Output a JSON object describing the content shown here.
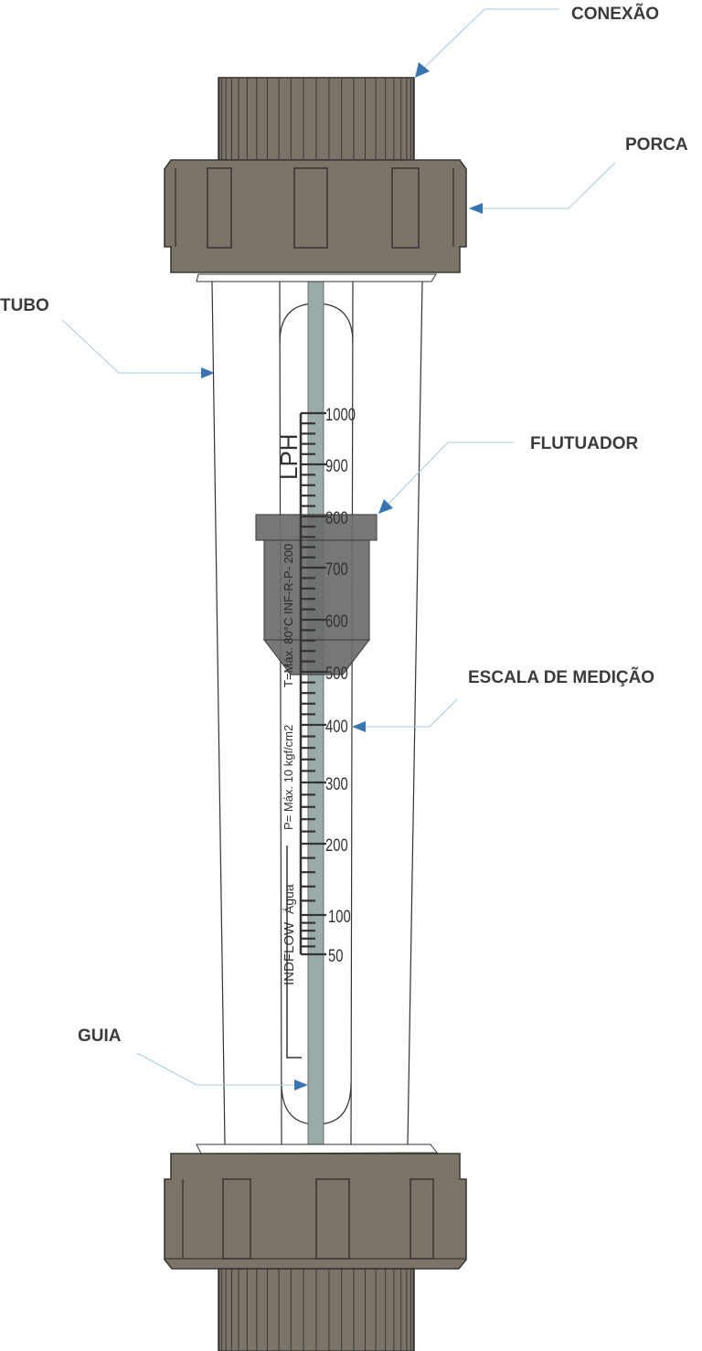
{
  "callouts": {
    "conexao": "CONEXÃO",
    "porca": "PORCA",
    "tubo": "TUBO",
    "flutuador": "FLUTUADOR",
    "escala": "ESCALA DE MEDIÇÃO",
    "guia": "GUIA"
  },
  "scale": {
    "unit": "LPH",
    "major_values": [
      1000,
      900,
      800,
      700,
      600,
      500,
      400,
      300,
      200,
      100,
      50
    ],
    "major_labels": [
      "1000",
      "900",
      "800",
      "700",
      "600",
      "500",
      "400",
      "300",
      "200",
      "100",
      "50"
    ],
    "float_reading": 800
  },
  "tube_text": {
    "temp": "T=Máx. 80°C   INF-R-P- 200",
    "pressure": "P= Máx. 10 kgf/cm2",
    "fluid": "Água",
    "brand": "INDFLOW"
  },
  "colors": {
    "fitting": "#7c7469",
    "float": "#6a6d6b",
    "guide": "#9aaba9",
    "arrow": "#3875b0"
  }
}
